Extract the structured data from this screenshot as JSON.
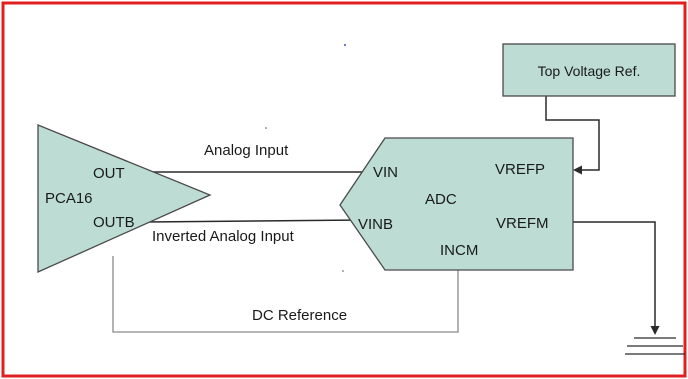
{
  "colors": {
    "frame": "#e02020",
    "block_fill": "#bcdcd4",
    "block_stroke": "#4a4a4a",
    "wire": "#2a2a2a",
    "dc_wire": "#8a8a8a"
  },
  "amplifier": {
    "name": "PCA16",
    "out_pin": "OUT",
    "outb_pin": "OUTB"
  },
  "adc": {
    "name": "ADC",
    "vin_pin": "VIN",
    "vinb_pin": "VINB",
    "vrefp_pin": "VREFP",
    "vrefm_pin": "VREFM",
    "incm_pin": "INCM"
  },
  "top_ref": {
    "label": "Top Voltage Ref."
  },
  "signals": {
    "analog_input": "Analog Input",
    "inverted_analog_input": "Inverted Analog Input",
    "dc_reference": "DC Reference"
  },
  "ground_icon": "ground-symbol"
}
